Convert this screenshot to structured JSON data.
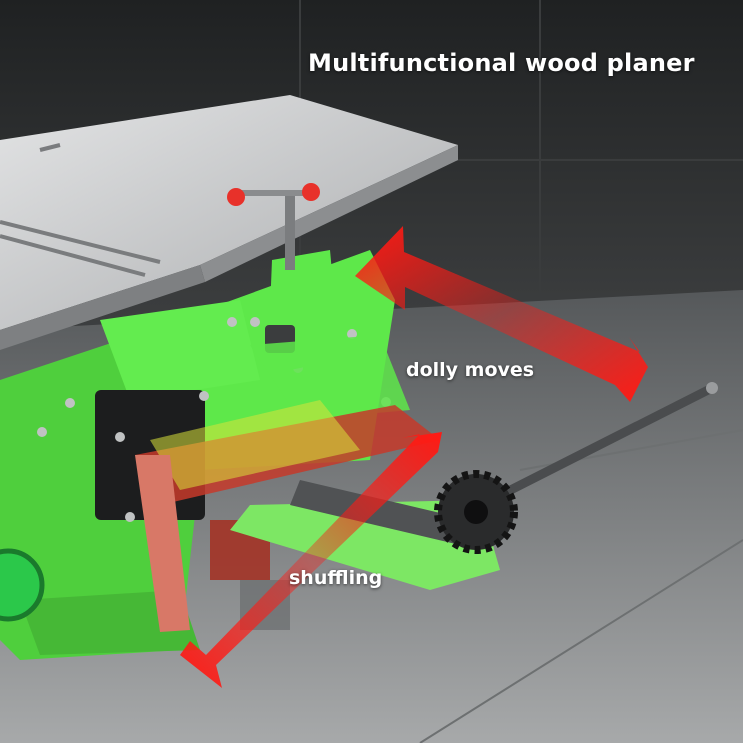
{
  "title": "Multifunctional wood planer",
  "labels": {
    "dolly": "dolly moves",
    "shuffle": "shuffling"
  },
  "colors": {
    "machine_green": "#5ee84a",
    "table_steel": "#c9cbcc",
    "arrow_red": "#ff1a14",
    "carriage_yellow": "#d8e23a",
    "wall": "#2f3132",
    "floor": "#8d8f90"
  },
  "icons": [
    "double-arrow-horizontal-icon",
    "double-arrow-diagonal-icon",
    "gear-icon",
    "clamp-knob-icon"
  ]
}
